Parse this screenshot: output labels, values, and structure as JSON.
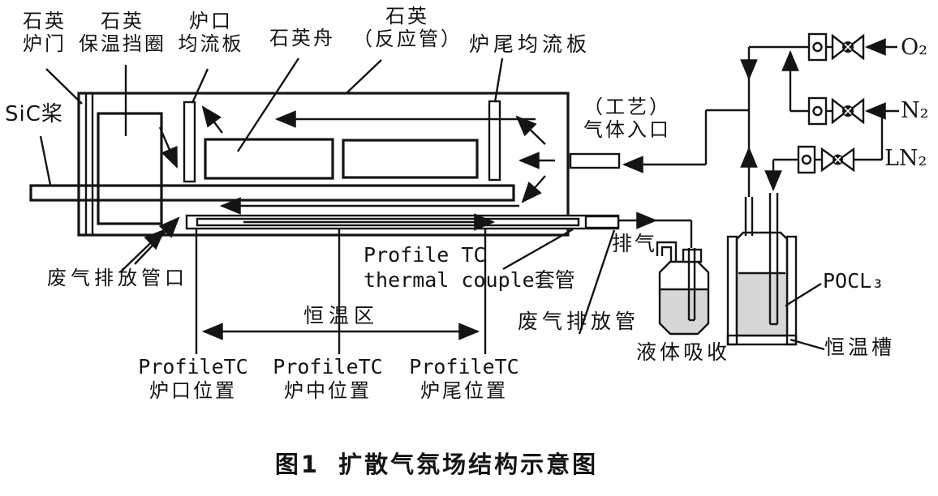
{
  "colors": {
    "ink": "#141414",
    "bg": "#ffffff",
    "liquid": "#d7d7d7"
  },
  "labels": {
    "quartz_door": {
      "line1": "石英",
      "line2": "炉门"
    },
    "insulation_ring": {
      "line1": "石英",
      "line2": "保温挡圈"
    },
    "mouth_baffle": {
      "line1": "炉口",
      "line2": "均流板"
    },
    "quartz_boat": "石英舟",
    "reaction_tube": {
      "line1": "石英",
      "line2": "（反应管）"
    },
    "tail_baffle": "炉尾均流板",
    "sic_paddle": "SiC桨",
    "gas_inlet": {
      "line1": "（工艺）",
      "line2": "气体入口"
    },
    "exhaust_port": "废气排放管口",
    "tc_sheath": {
      "line1": "Profile TC",
      "line2": "thermal couple套管"
    },
    "waste_pipe": "废气排放管",
    "exhaust_vent": "排气",
    "constant_temp_zone": "恒温区",
    "tc_positions": [
      {
        "line1": "ProfileTC",
        "line2": "炉口位置"
      },
      {
        "line1": "ProfileTC",
        "line2": "炉中位置"
      },
      {
        "line1": "ProfileTC",
        "line2": "炉尾位置"
      }
    ],
    "gas_o2": "O₂",
    "gas_n2": "N₂",
    "gas_ln2": "LN₂",
    "pocl3": "POCL₃",
    "liquid_absorption": "液体吸收",
    "thermostat_bath": "恒温槽",
    "caption": "图1 扩散气氛场结构示意图"
  }
}
